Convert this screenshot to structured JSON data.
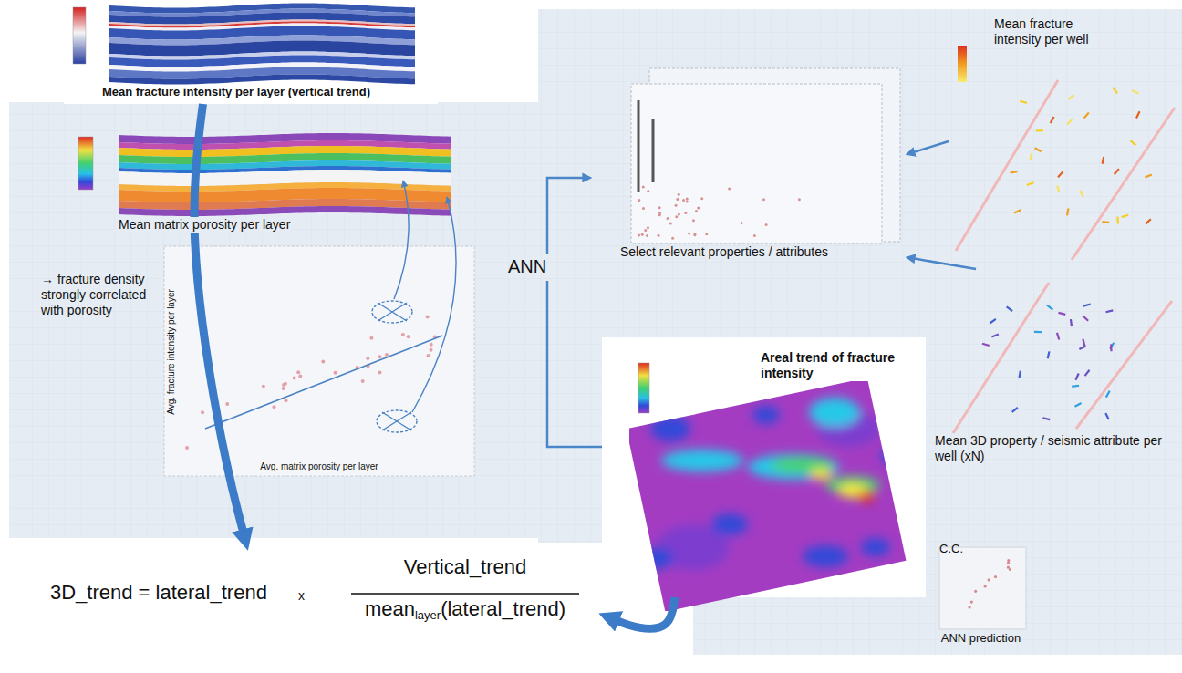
{
  "diagram": {
    "nodes": [
      {
        "text": [
          "Mean fracture intensity per layer (vertical trend)"
        ]
      },
      {
        "text": [
          "Mean matrix porosity per layer",
          "→ fracture density strongly correlated with porosity"
        ]
      },
      {
        "text": [
          "Avg. fracture intensity per layer",
          "Avg. matrix porosity per layer"
        ],
        "in": 1
      },
      {
        "text": [
          "ANN"
        ]
      },
      {
        "text": [
          "Select relevant properties / attributes"
        ]
      },
      {
        "text": [
          "Mean fracture intensity per well"
        ]
      },
      {
        "text": [
          "Mean 3D property / seismic attribute per well (xN)"
        ]
      },
      {
        "text": [
          "Areal trend of fracture intensity"
        ]
      },
      {
        "text": [
          "C.C.",
          "ANN prediction"
        ]
      },
      {
        "text": [
          "3D_trend = lateral_trend",
          "x",
          "Vertical_trend",
          "mean",
          "layer",
          "(lateral_trend)"
        ]
      }
    ],
    "edges": [
      {
        "from": 0,
        "to": 9,
        "arrow": "to"
      },
      {
        "from": 7,
        "to": 9,
        "arrow": "to"
      },
      {
        "from": 3,
        "to": 4,
        "arrow": "to"
      },
      {
        "from": 3,
        "to": 7,
        "arrow": "none"
      },
      {
        "from": 5,
        "to": 4,
        "arrow": "to"
      },
      {
        "from": 6,
        "to": 4,
        "arrow": "to"
      }
    ]
  }
}
